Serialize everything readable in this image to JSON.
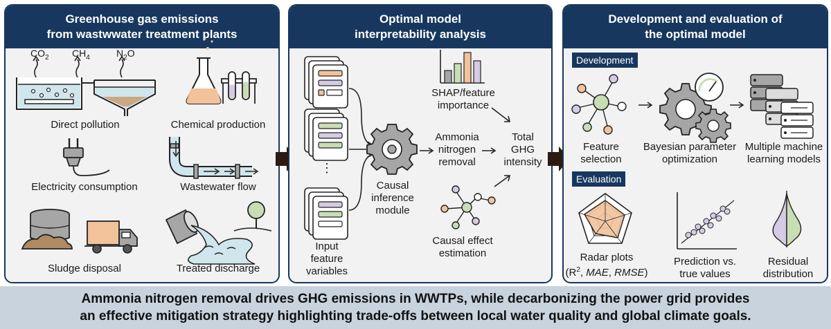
{
  "panels": {
    "left": {
      "title_line1": "Greenhouse gas emissions",
      "title_line2": "from wastwwater treatment plants",
      "items": {
        "direct_pollution": "Direct pollution",
        "chemical_production": "Chemical production",
        "electricity_consumption": "Electricity consumption",
        "wastewater_flow": "Wastewater flow",
        "sludge_disposal": "Sludge disposal",
        "treated_discharge": "Treated discharge"
      },
      "gases": {
        "co2": "CO",
        "co2_sub": "2",
        "ch4": "CH",
        "ch4_sub": "4",
        "n2o_n": "N",
        "n2o_sub": "2",
        "n2o_o": "O"
      }
    },
    "middle": {
      "title_line1": "Optimal model",
      "title_line2": "interpretability analysis",
      "input_line1": "Input",
      "input_line2": "feature",
      "input_line3": "variables",
      "causal_line1": "Causal",
      "causal_line2": "inference",
      "causal_line3": "module",
      "ammonia_line1": "Ammonia",
      "ammonia_line2": "nitrogen",
      "ammonia_line3": "removal",
      "shap_line1": "SHAP/feature",
      "shap_line2": "importance",
      "total_line1": "Total",
      "total_line2": "GHG",
      "total_line3": "intensity",
      "effect_line1": "Causal effect",
      "effect_line2": "estimation",
      "ellipsis": "⋮"
    },
    "right": {
      "title_line1": "Development and evaluation of",
      "title_line2": "the optimal model",
      "development_tag": "Development",
      "evaluation_tag": "Evaluation",
      "feature_line1": "Feature",
      "feature_line2": "selection",
      "bayes_line1": "Bayesian parameter",
      "bayes_line2": "optimization",
      "ml_line1": "Multiple machine",
      "ml_line2": "learning models",
      "radar_line1": "Radar plots",
      "radar_line2_a": "(R",
      "radar_line2_sup": "2",
      "radar_line2_b": ", ",
      "radar_line2_mae": "MAE",
      "radar_line2_c": ", ",
      "radar_line2_rmse": "RMSE",
      "radar_line2_d": ")",
      "pred_line1": "Prediction vs.",
      "pred_line2": "true values",
      "resid_line1": "Residual",
      "resid_line2": "distribution"
    }
  },
  "banner": {
    "line1": "Ammonia nitrogen removal drives GHG emissions in WWTPs, while decarbonizing the power grid provides",
    "line2": "an effective mitigation strategy highlighting trade-offs between local water quality and global climate goals."
  },
  "colors": {
    "navy": "#17375e",
    "panel_bg": "#f2f2f2",
    "banner_bg": "#c9d3de",
    "water": "#cfe6ec",
    "orange": "#f2c29a",
    "green": "#c9ddb4",
    "purple": "#d5cbe4",
    "gray": "#a6a6a6",
    "dark_arrow": "#2b1b12"
  }
}
